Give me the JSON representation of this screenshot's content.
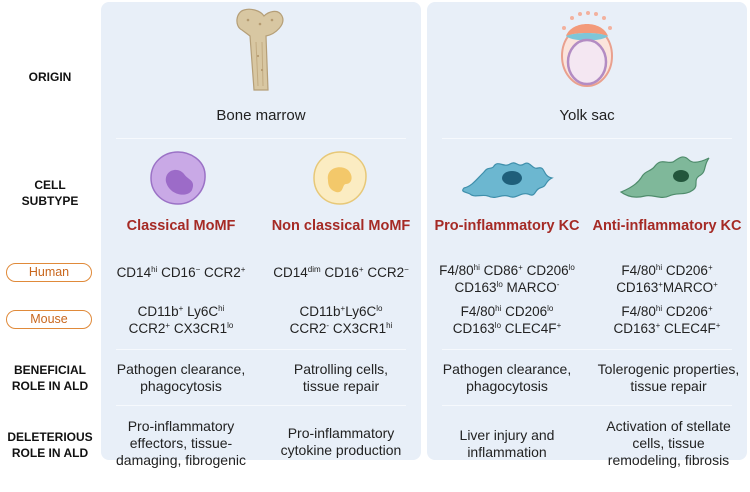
{
  "row_labels": {
    "origin": "ORIGIN",
    "cell_subtype": [
      "CELL",
      "SUBTYPE"
    ],
    "beneficial": [
      "BENEFICIAL",
      "ROLE IN ALD"
    ],
    "deleterious": [
      "DELETERIOUS",
      "ROLE IN ALD"
    ]
  },
  "species": {
    "human": "Human",
    "mouse": "Mouse"
  },
  "origins": {
    "bone_marrow": {
      "label": "Bone marrow",
      "icon": "bone-icon"
    },
    "yolk_sac": {
      "label": "Yolk sac",
      "icon": "yolk-sac-icon"
    }
  },
  "subtypes": [
    {
      "title": "Classical MoMF",
      "icon": "classical-monocyte-icon",
      "color": "#b48cd6",
      "human": [
        [
          "CD14",
          "hi"
        ],
        [
          " CD16",
          "−"
        ],
        [
          " CCR2",
          "+"
        ]
      ],
      "mouse1": [
        [
          "CD11b",
          "+"
        ],
        [
          " Ly6C",
          "hi"
        ]
      ],
      "mouse2": [
        [
          "CCR2",
          "+"
        ],
        [
          " CX3CR1",
          "lo"
        ]
      ],
      "beneficial": "Pathogen clearance,\nphagocytosis",
      "deleterious": "Pro-inflammatory\neffectors, tissue-\ndamaging, fibrogenic"
    },
    {
      "title": "Non classical MoMF",
      "icon": "nonclassical-monocyte-icon",
      "color": "#f7dfa0",
      "human": [
        [
          "CD14",
          "dim"
        ],
        [
          " CD16",
          "+"
        ],
        [
          " CCR2",
          "−"
        ]
      ],
      "mouse1": [
        [
          "CD11b",
          "+"
        ],
        [
          "Ly6C",
          "lo"
        ]
      ],
      "mouse2": [
        [
          "CCR2",
          "-"
        ],
        [
          " CX3CR1",
          "hi"
        ]
      ],
      "beneficial": "Patrolling cells,\ntissue repair",
      "deleterious": "Pro-inflammatory\ncytokine production"
    },
    {
      "title": "Pro-inflammatory KC",
      "icon": "proinflammatory-kupffer-cell-icon",
      "color": "#5aaec8",
      "human": [
        [
          "F4/80",
          "hi"
        ],
        [
          " CD86",
          "+"
        ],
        [
          " CD206",
          "lo"
        ]
      ],
      "human2": [
        [
          "CD163",
          "lo"
        ],
        [
          " MARCO",
          "-"
        ]
      ],
      "mouse1": [
        [
          "F4/80",
          "hi"
        ],
        [
          " CD206",
          "lo"
        ]
      ],
      "mouse2": [
        [
          "CD163",
          "lo"
        ],
        [
          " CLEC4F",
          "+"
        ]
      ],
      "beneficial": "Pathogen clearance,\nphagocytosis",
      "deleterious": "Liver injury and\ninflammation"
    },
    {
      "title": "Anti-inflammatory KC",
      "icon": "antiinflammatory-kupffer-cell-icon",
      "color": "#6aa888",
      "human": [
        [
          "F4/80",
          "hi"
        ],
        [
          " CD206",
          "+"
        ]
      ],
      "human2": [
        [
          "CD163",
          "+"
        ],
        [
          "MARCO",
          "+"
        ]
      ],
      "mouse1": [
        [
          "F4/80",
          "hi"
        ],
        [
          " CD206",
          "+"
        ]
      ],
      "mouse2": [
        [
          "CD163",
          "+"
        ],
        [
          " CLEC4F",
          "+"
        ]
      ],
      "beneficial": "Tolerogenic properties,\ntissue repair",
      "deleterious": "Activation of stellate\ncells, tissue\nremodeling, fibrosis"
    }
  ]
}
